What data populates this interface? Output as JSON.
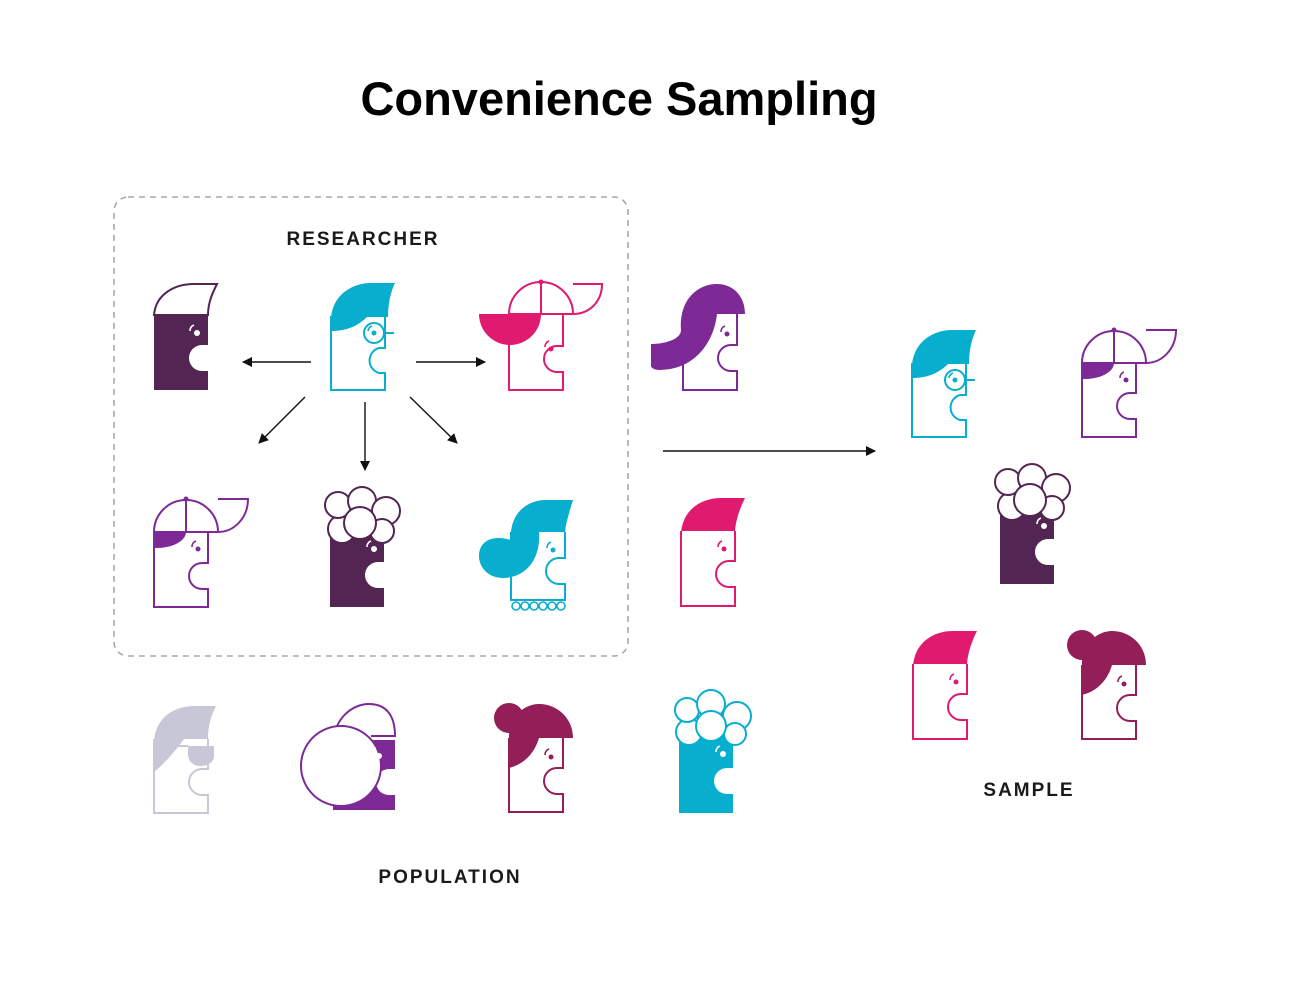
{
  "title": "Convenience Sampling",
  "labels": {
    "researcher": "RESEARCHER",
    "population": "POPULATION",
    "sample": "SAMPLE"
  },
  "colors": {
    "dark_purple": "#522552",
    "cyan": "#07AECE",
    "magenta": "#E01B6F",
    "purple": "#7E2A96",
    "plum": "#931E58",
    "gray": "#C8C7D6",
    "arrow": "#111111",
    "frame": "#A8A8A8"
  },
  "people": {
    "population": [
      {
        "style": "solid",
        "hair": "side",
        "color": "dark_purple"
      },
      {
        "style": "outline",
        "hair": "side",
        "color": "cyan",
        "accessory": "glasses"
      },
      {
        "style": "outline",
        "hair": "cap",
        "color": "magenta"
      },
      {
        "style": "outline",
        "hair": "long-swoop",
        "color": "purple"
      },
      {
        "style": "outline",
        "hair": "cap",
        "color": "purple"
      },
      {
        "style": "solid",
        "hair": "curly",
        "color": "dark_purple"
      },
      {
        "style": "outline",
        "hair": "bob",
        "color": "cyan",
        "accessory": "pearls"
      },
      {
        "style": "outline",
        "hair": "side",
        "color": "magenta"
      },
      {
        "style": "outline",
        "hair": "side",
        "color": "gray",
        "accessory": "sunglasses"
      },
      {
        "style": "solid",
        "hair": "big-round",
        "color": "purple"
      },
      {
        "style": "outline",
        "hair": "bun",
        "color": "plum"
      },
      {
        "style": "solid",
        "hair": "curly",
        "color": "cyan"
      }
    ],
    "sample": [
      {
        "style": "outline",
        "hair": "side",
        "color": "cyan",
        "accessory": "glasses"
      },
      {
        "style": "outline",
        "hair": "cap",
        "color": "purple"
      },
      {
        "style": "solid",
        "hair": "curly",
        "color": "dark_purple"
      },
      {
        "style": "outline",
        "hair": "side",
        "color": "magenta"
      },
      {
        "style": "outline",
        "hair": "bun",
        "color": "plum"
      }
    ]
  }
}
